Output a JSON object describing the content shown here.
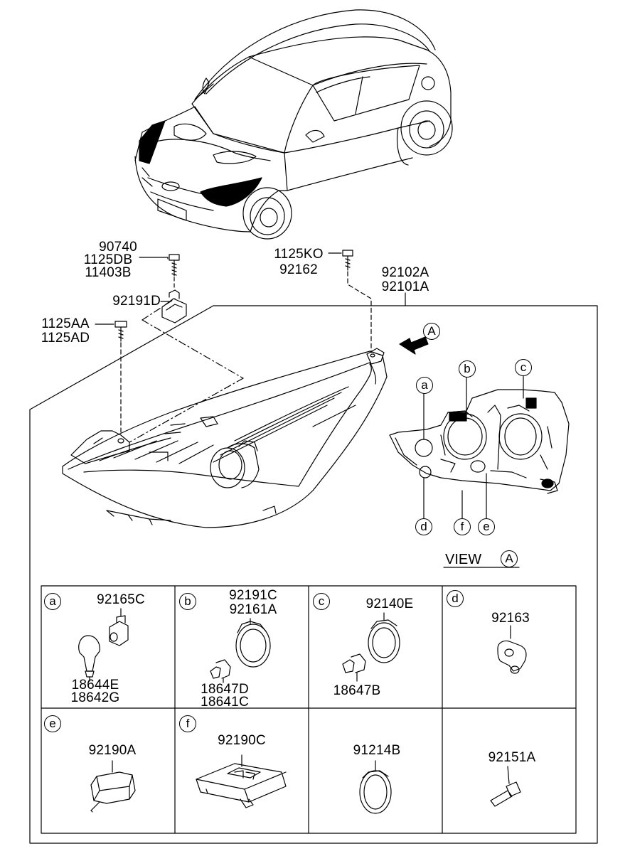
{
  "top_parts": {
    "bracket_bolt_group": [
      "90740",
      "1125DB",
      "11403B"
    ],
    "bracket": "92191D",
    "lower_bolt_group": [
      "1125AA",
      "1125AD"
    ],
    "upper_bolt_group": [
      "1125KO",
      "92162"
    ],
    "headlamp_assy": [
      "92102A",
      "92101A"
    ]
  },
  "view_marker": {
    "letter": "A",
    "view_label": "VIEW"
  },
  "callouts": [
    "a",
    "b",
    "c",
    "d",
    "e",
    "f"
  ],
  "grid_cells": [
    {
      "key": "a",
      "parts_top": [
        "92165C"
      ],
      "parts_bottom": [
        "18644E",
        "18642G"
      ]
    },
    {
      "key": "b",
      "parts_top": [
        "92191C",
        "92161A"
      ],
      "parts_bottom": [
        "18647D",
        "18641C"
      ]
    },
    {
      "key": "c",
      "parts_top": [
        "92140E"
      ],
      "parts_bottom": [
        "18647B"
      ]
    },
    {
      "key": "d",
      "parts_top": [
        "92163"
      ],
      "parts_bottom": []
    },
    {
      "key": "e",
      "parts_top": [
        "92190A"
      ],
      "parts_bottom": []
    },
    {
      "key": "f",
      "parts_top": [
        "92190C"
      ],
      "parts_bottom": []
    },
    {
      "key": "",
      "parts_top": [
        "91214B"
      ],
      "parts_bottom": []
    },
    {
      "key": "",
      "parts_top": [
        "92151A"
      ],
      "parts_bottom": []
    }
  ]
}
